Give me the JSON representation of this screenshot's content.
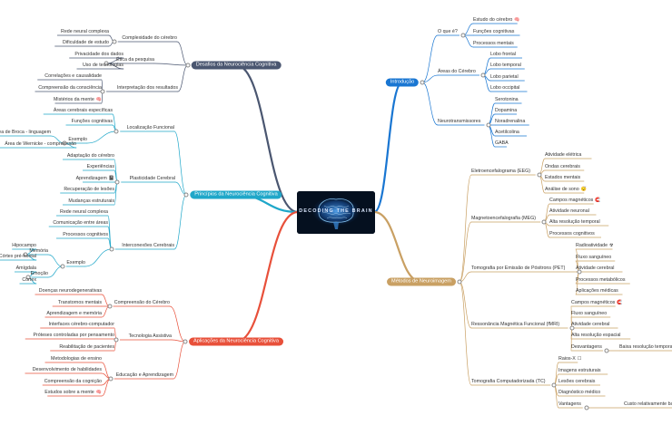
{
  "center": {
    "title": "DECODING THE BRAIN"
  },
  "branches": [
    {
      "id": "intro",
      "side": "right",
      "color": "#1976d2",
      "label": "Introdução",
      "children": [
        {
          "label": "O que é?",
          "children": [
            {
              "label": "Estudo do cérebro"
            },
            {
              "label": "Funções cognitivas"
            },
            {
              "label": "Processos mentais"
            }
          ]
        },
        {
          "label": "Áreas do Cérebro",
          "children": [
            {
              "label": "Lobo frontal"
            },
            {
              "label": "Lobo temporal"
            },
            {
              "label": "Lobo parietal"
            },
            {
              "label": "Lobo occipital"
            }
          ]
        },
        {
          "label": "Neurotransmissores",
          "children": [
            {
              "label": "Serotonina"
            },
            {
              "label": "Dopamina"
            },
            {
              "label": "Noradrenalina"
            },
            {
              "label": "Acetilcolina"
            },
            {
              "label": "GABA"
            }
          ]
        }
      ]
    },
    {
      "id": "metodos",
      "side": "right",
      "color": "#c9a063",
      "label": "Métodos de Neuroimagem",
      "children": [
        {
          "label": "Eletroencefalograma (EEG)",
          "children": [
            {
              "label": "Atividade elétrica"
            },
            {
              "label": "Ondas cerebrais"
            },
            {
              "label": "Estados mentais"
            },
            {
              "label": "Análise de sono"
            }
          ]
        },
        {
          "label": "Magnetoencefalografia (MEG)",
          "children": [
            {
              "label": "Campos magnéticos"
            },
            {
              "label": "Atividade neuronal"
            },
            {
              "label": "Alta resolução temporal"
            },
            {
              "label": "Processos cognitivos"
            }
          ]
        },
        {
          "label": "Tomografia por Emissão de Pósitrons (PET)",
          "children": [
            {
              "label": "Radioatividade"
            },
            {
              "label": "Fluxo sanguíneo"
            },
            {
              "label": "Atividade cerebral"
            },
            {
              "label": "Processos metabólicos"
            },
            {
              "label": "Aplicações médicas"
            }
          ]
        },
        {
          "label": "Ressonância Magnética Funcional (fMRI)",
          "children": [
            {
              "label": "Campos magnéticos"
            },
            {
              "label": "Fluxo sanguíneo"
            },
            {
              "label": "Atividade cerebral"
            },
            {
              "label": "Alta resolução espacial"
            },
            {
              "label": "Desvantagens",
              "children": [
                {
                  "label": "Baixa resolução temporal"
                }
              ]
            }
          ]
        },
        {
          "label": "Tomografia Computadorizada (TC)",
          "children": [
            {
              "label": "Raios-X"
            },
            {
              "label": "Imagens estruturais"
            },
            {
              "label": "Lesões cerebrais"
            },
            {
              "label": "Diagnóstico médico"
            },
            {
              "label": "Vantagens",
              "children": [
                {
                  "label": "Custo relativamente baixo"
                }
              ]
            }
          ]
        }
      ]
    },
    {
      "id": "desafios",
      "side": "left",
      "color": "#4a5670",
      "label": "Desafios da Neurociência Cognitiva",
      "children": [
        {
          "label": "Complexidade do cérebro",
          "children": [
            {
              "label": "Rede neural complexa"
            },
            {
              "label": "Dificuldade de estudo"
            }
          ]
        },
        {
          "label": "Ética da pesquisa",
          "children": [
            {
              "label": "Privacidade dos dados"
            },
            {
              "label": "Uso de tecnologias"
            }
          ]
        },
        {
          "label": "Interpretação dos resultados",
          "children": [
            {
              "label": "Correlações e causalidade"
            },
            {
              "label": "Compreensão da consciência"
            },
            {
              "label": "Mistérios da mente"
            }
          ]
        }
      ]
    },
    {
      "id": "principios",
      "side": "left",
      "color": "#1fa7c9",
      "label": "Princípios da Neurociência Cognitiva",
      "children": [
        {
          "label": "Localização Funcional",
          "children": [
            {
              "label": "Áreas cerebrais específicas"
            },
            {
              "label": "Funções cognitivas"
            },
            {
              "label": "Exemplo",
              "children": [
                {
                  "label": "Área de Broca - linguagem"
                },
                {
                  "label": "Área de Wernicke - compreensão"
                }
              ]
            }
          ]
        },
        {
          "label": "Plasticidade Cerebral",
          "children": [
            {
              "label": "Adaptação do cérebro"
            },
            {
              "label": "Experiências"
            },
            {
              "label": "Aprendizagem"
            },
            {
              "label": "Recuperação de lesões"
            },
            {
              "label": "Mudanças estruturais"
            }
          ]
        },
        {
          "label": "Interconexões Cerebrais",
          "children": [
            {
              "label": "Rede neural complexa"
            },
            {
              "label": "Comunicação entre áreas"
            },
            {
              "label": "Processos cognitivos"
            },
            {
              "label": "Exemplo",
              "children": [
                {
                  "label": "Memória",
                  "children": [
                    {
                      "label": "Hipocampo"
                    },
                    {
                      "label": "Córtex pré-frontal"
                    }
                  ]
                },
                {
                  "label": "Emoção",
                  "children": [
                    {
                      "label": "Amígdala"
                    },
                    {
                      "label": "Córtex"
                    }
                  ]
                }
              ]
            }
          ]
        }
      ]
    },
    {
      "id": "aplicacoes",
      "side": "left",
      "color": "#e8503a",
      "label": "Aplicações da Neurociência Cognitiva",
      "children": [
        {
          "label": "Compreensão do Cérebro",
          "children": [
            {
              "label": "Doenças neurodegenerativas"
            },
            {
              "label": "Transtornos mentais"
            },
            {
              "label": "Aprendizagem e memória"
            }
          ]
        },
        {
          "label": "Tecnologia Assistiva",
          "children": [
            {
              "label": "Interfaces cérebro-computador"
            },
            {
              "label": "Próteses controladas por pensamento"
            },
            {
              "label": "Reabilitação de pacientes"
            }
          ]
        },
        {
          "label": "Educação e Aprendizagem",
          "children": [
            {
              "label": "Metodologias de ensino"
            },
            {
              "label": "Desenvolvimento de habilidades"
            },
            {
              "label": "Compreensão da cognição"
            },
            {
              "label": "Estudos sobre a mente"
            }
          ]
        }
      ]
    }
  ]
}
